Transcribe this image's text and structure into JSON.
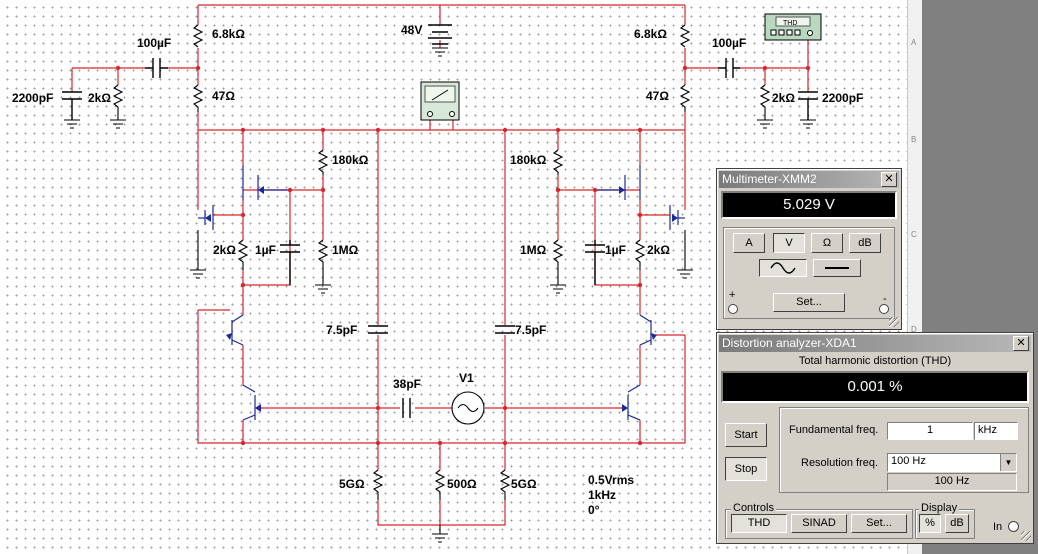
{
  "schematic": {
    "labels": {
      "r_left_top": "6.8kΩ",
      "c_left_coupling": "100µF",
      "supply": "48V",
      "r_right_top": "6.8kΩ",
      "c_right_coupling": "100µF",
      "c_left_load": "2200pF",
      "r_left_load": "2kΩ",
      "r_left_47": "47Ω",
      "r_right_47": "47Ω",
      "r_right_load": "2kΩ",
      "c_right_load": "2200pF",
      "r_left_180k": "180kΩ",
      "r_right_180k": "180kΩ",
      "r_left_2k": "2kΩ",
      "c_left_1u": "1µF",
      "r_left_1m": "1MΩ",
      "r_right_1m": "1MΩ",
      "c_right_1u": "1µF",
      "r_right_2k": "2kΩ",
      "c_left_7p5": "7.5pF",
      "c_right_7p5": "7.5pF",
      "c_38p": "38pF",
      "v1": "V1",
      "r_5g_left": "5GΩ",
      "r_500": "500Ω",
      "r_5g_right": "5GΩ",
      "src_amp": "0.5Vrms",
      "src_freq": "1kHz",
      "src_phase": "0°"
    },
    "thd_badge": "THD"
  },
  "multimeter": {
    "title": "Multimeter-XMM2",
    "close": "✕",
    "reading": "5.029 V",
    "buttons": [
      "A",
      "V",
      "Ω",
      "dB"
    ],
    "active_button": "V",
    "set_label": "Set...",
    "plus": "+",
    "minus": "-"
  },
  "distortion": {
    "title": "Distortion analyzer-XDA1",
    "close": "✕",
    "subtitle": "Total harmonic distortion (THD)",
    "reading": "0.001 %",
    "start_label": "Start",
    "stop_label": "Stop",
    "fund_label": "Fundamental freq.",
    "fund_value": "1",
    "fund_unit": "kHz",
    "res_label": "Resolution freq.",
    "res_value": "100 Hz",
    "res_readout": "100 Hz",
    "controls_label": "Controls",
    "thd_btn": "THD",
    "sinad_btn": "SINAD",
    "set_btn": "Set...",
    "display_label": "Display",
    "pct_btn": "%",
    "db_btn": "dB",
    "in_label": "In"
  },
  "ruler_marks": [
    "A",
    "B",
    "C",
    "D"
  ],
  "colors": {
    "wire": "#d9262c",
    "transistor": "#1a2a9a",
    "display_bg": "#000000"
  }
}
